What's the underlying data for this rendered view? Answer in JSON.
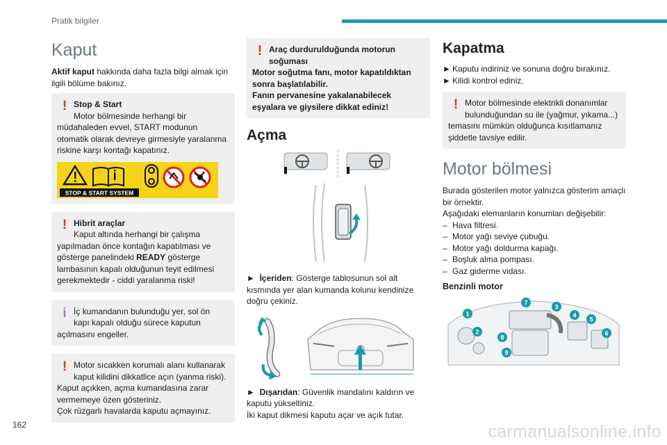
{
  "header": {
    "section": "Pratik bilgiler",
    "accent_color": "#1a9ba7"
  },
  "page_number": "162",
  "watermark": "carmanualsonline.info",
  "col1": {
    "title": "Kaput",
    "intro_bold": "Aktif kaput",
    "intro_rest": " hakkında daha fazla bilgi almak için ilgili bölüme bakınız.",
    "box1": {
      "icon": "warning-exclamation",
      "title": "Stop & Start",
      "line1": "Motor bölmesinde herhangi bir",
      "rest": "müdahaleden evvel, START modunun otomatik olarak devreye girmesiyle yaralanma riskine karşı kontağı kapatınız.",
      "label_text": "STOP & START SYSTEM"
    },
    "box2": {
      "icon": "warning-exclamation",
      "title": "Hibrit araçlar",
      "line1": "Kaput altında herhangi bir çalışma",
      "rest_a": "yapılmadan önce kontağın kapatılması ve gösterge panelindeki ",
      "rest_bold": "READY",
      "rest_b": " gösterge lambasının kapalı olduğunun teyit edilmesi gerekmektedir - ciddi yaralanma riski!"
    },
    "box3": {
      "icon": "info-mark",
      "line1": "İç kumandanın bulunduğu yer, sol ön",
      "line2": "kapı kapalı olduğu sürece kaputun",
      "rest": "açılmasını engeller."
    },
    "box4": {
      "icon": "warning-exclamation",
      "line1": "Motor sıcakken korumalı alanı kullanarak",
      "line2": "kaput kilidini dikkatlice açın (yanma riski).",
      "rest": "Kaput açıkken, açma kumandasına zarar vermemeye özen gösteriniz.",
      "rest2": "Çok rüzgarlı havalarda kaputu açmayınız."
    }
  },
  "col2": {
    "box": {
      "icon": "warning-exclamation",
      "line1": "Araç durdurulduğunda motorun",
      "line2": "soğuması",
      "rest": "Motor soğutma fanı, motor kapatıldıktan sonra başlatılabilir.",
      "rest2": "Fanın pervanesine yakalanabilecek eşyalara ve giysilere dikkat ediniz!"
    },
    "title": "Açma",
    "inside_bullet": "►",
    "inside_bold": "İçeriden",
    "inside_rest": ": Gösterge tablosunun sol alt kısmında yer alan kumanda kolunu kendinize doğru çekiniz.",
    "outside_bullet": "►",
    "outside_bold": "Dışarıdan",
    "outside_rest": ": Güvenlik mandalını kaldırın ve kaputu yükseltiniz.",
    "outside_rest2": "İki kaput dikmesi kaputu açar ve açık tutar."
  },
  "col3": {
    "title": "Kapatma",
    "steps": [
      {
        "bullet": "►",
        "text": "Kaputu indiriniz ve sonuna doğru bırakınız."
      },
      {
        "bullet": "►",
        "text": "Kilidi kontrol ediniz."
      }
    ],
    "box": {
      "icon": "warning-exclamation",
      "line1": "Motor bölmesinde elektrikli donanımlar",
      "line2": "bulunduğundan su ile (yağmur, yıkama...)",
      "rest": "temasını mümkün olduğunca kısıtlamanız şiddetle tavsiye edilir."
    },
    "engine_title": "Motor bölmesi",
    "engine_p1": "Burada gösterilen motor yalnızca gösterim amaçlı bir örnektir.",
    "engine_p2": "Aşağıdaki elemanların konumları değişebilir:",
    "items": [
      {
        "bullet": "–",
        "text": "Hava filtresi."
      },
      {
        "bullet": "–",
        "text": "Motor yağı seviye çubuğu."
      },
      {
        "bullet": "–",
        "text": "Motor yağı doldurma kapağı."
      },
      {
        "bullet": "–",
        "text": "Boşluk alma pompası."
      },
      {
        "bullet": "–",
        "text": "Gaz giderme vidası."
      }
    ],
    "petrol_title": "Benzinli motor",
    "callouts": [
      "1",
      "2",
      "3",
      "4",
      "5",
      "6",
      "7",
      "8",
      "9"
    ],
    "callout_color": "#1a9ba7"
  }
}
